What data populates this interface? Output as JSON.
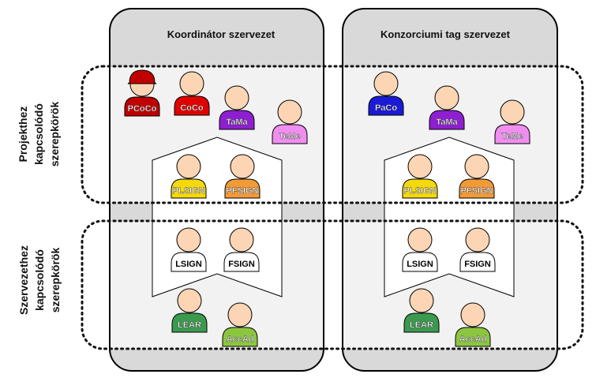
{
  "organizations": [
    {
      "title": "Koordinátor szervezet"
    },
    {
      "title": "Konzorciumi tag szervezet"
    }
  ],
  "row_labels": {
    "project": [
      "Projekthez",
      "kapcsolódó",
      "szerepkörök"
    ],
    "organization": [
      "Szervezethez",
      "kapcsolódó",
      "szerepkörök"
    ]
  },
  "roles": {
    "coordinator": [
      {
        "label": "PCoCo",
        "color": "#c00000",
        "hat": true
      },
      {
        "label": "CoCo",
        "color": "#e00000"
      },
      {
        "label": "TaMa",
        "color": "#8e1fd0"
      },
      {
        "label": "TeMe",
        "color": "#f08ef0"
      },
      {
        "label": "PLSIGN",
        "color": "#f5d90a"
      },
      {
        "label": "PFSIGN",
        "color": "#f39a37"
      },
      {
        "label": "LSIGN",
        "color": "#ffffff"
      },
      {
        "label": "FSIGN",
        "color": "#ffffff"
      },
      {
        "label": "LEAR",
        "color": "#3c9a4f"
      },
      {
        "label": "AccAd",
        "color": "#8cc641"
      }
    ],
    "member": [
      {
        "label": "PaCo",
        "color": "#1a1ad8"
      },
      {
        "label": "TaMa",
        "color": "#8e1fd0"
      },
      {
        "label": "TeMe",
        "color": "#f08ef0"
      },
      {
        "label": "PLSIGN",
        "color": "#f5d90a"
      },
      {
        "label": "PFSIGN",
        "color": "#f39a37"
      },
      {
        "label": "LSIGN",
        "color": "#ffffff"
      },
      {
        "label": "FSIGN",
        "color": "#ffffff"
      },
      {
        "label": "LEAR",
        "color": "#3c9a4f"
      },
      {
        "label": "AccAd",
        "color": "#8cc641"
      }
    ]
  }
}
